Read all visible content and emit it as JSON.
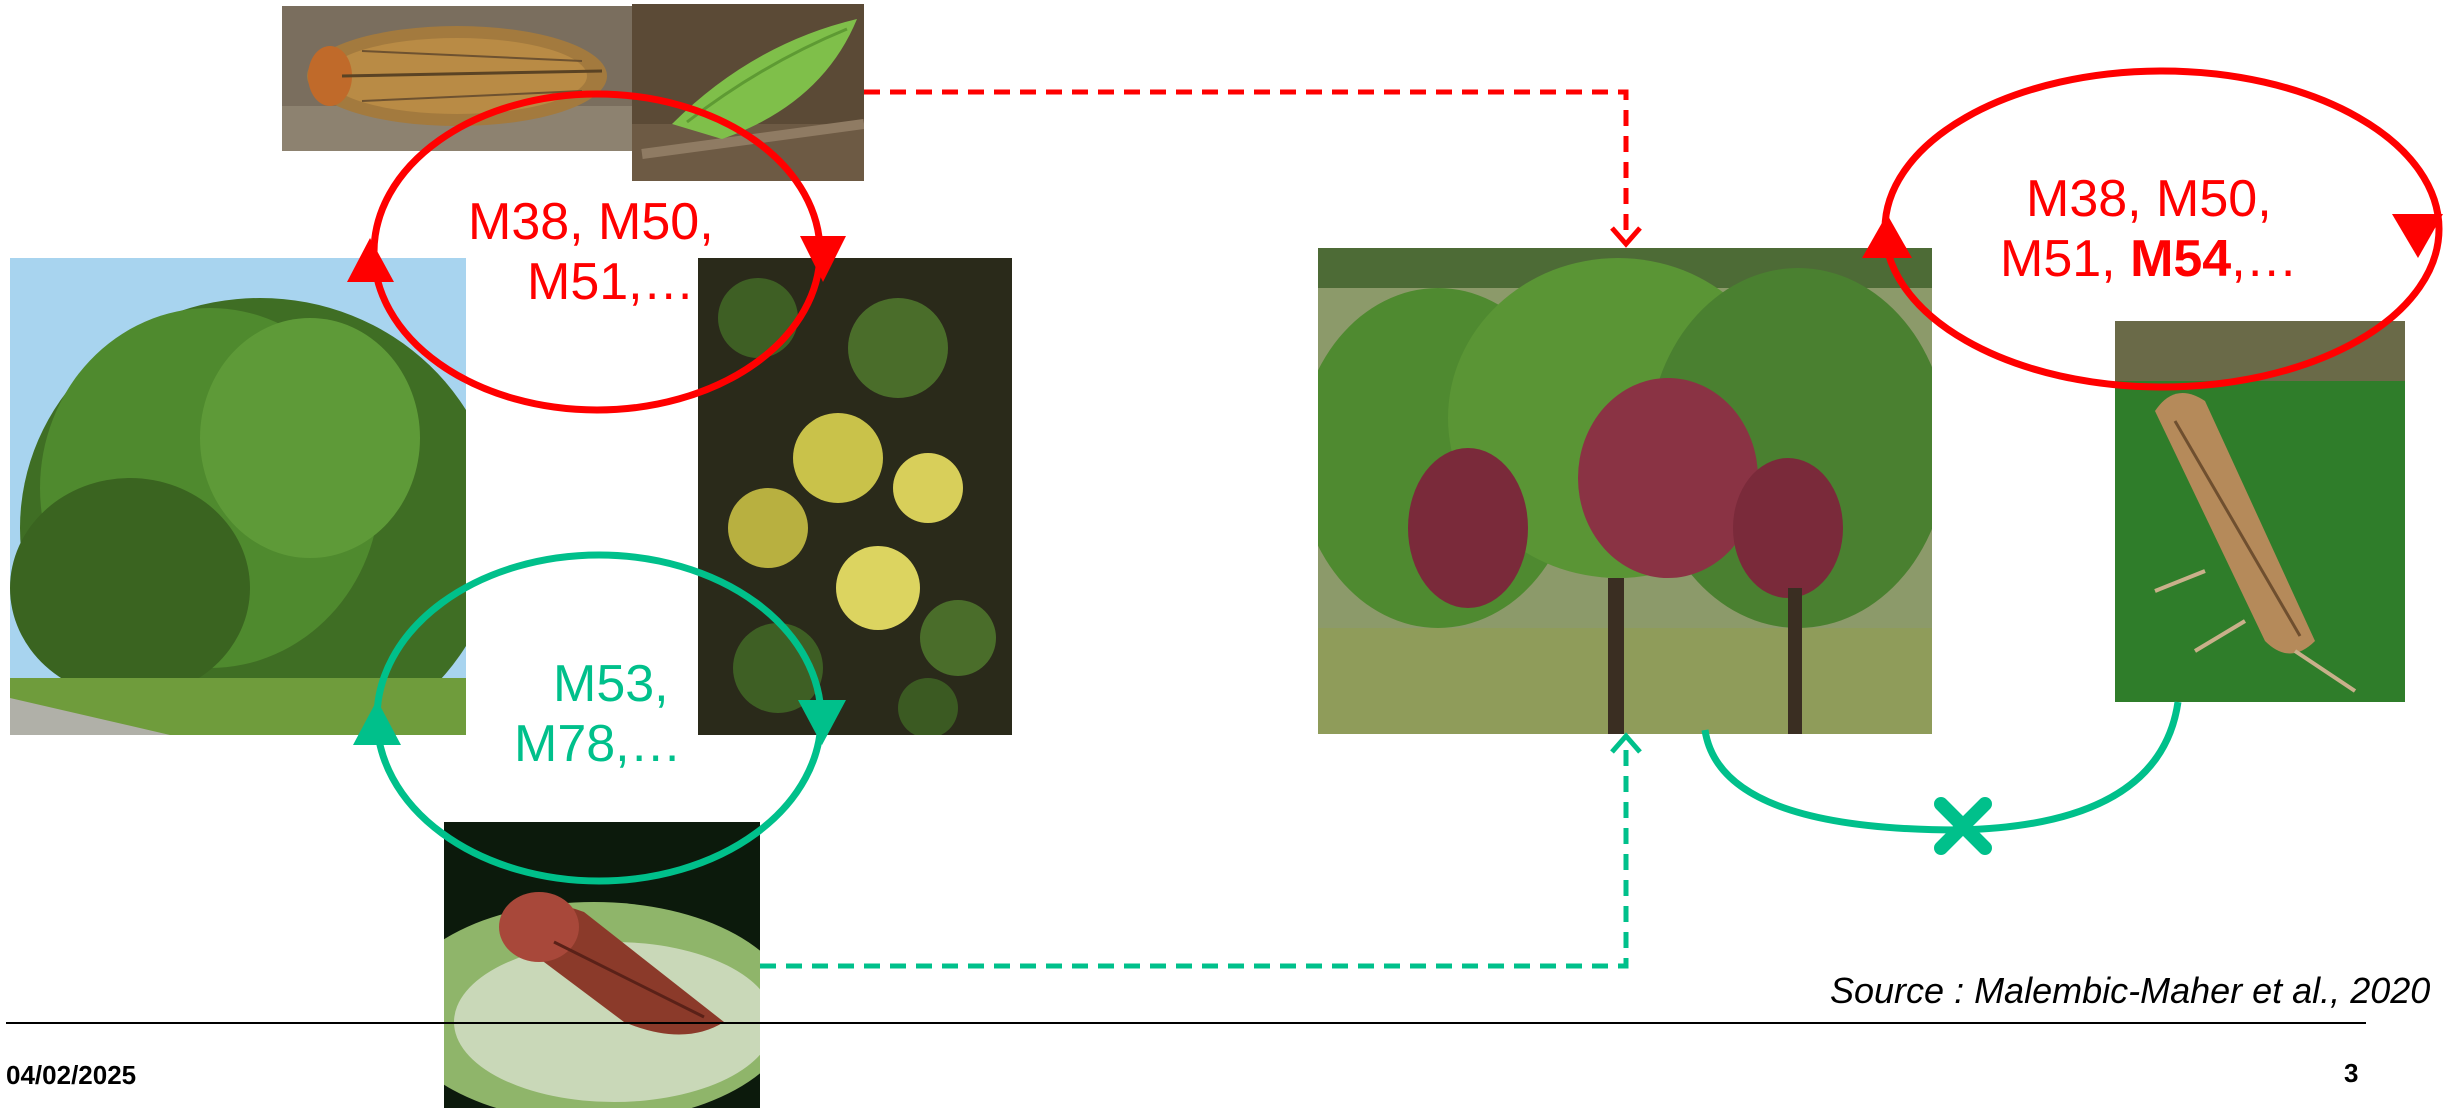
{
  "cycles": {
    "red_left": {
      "line1": "M38, M50,",
      "line2": "M51,…",
      "color": "#ff0000"
    },
    "green_left": {
      "line1": "M53,",
      "line2": "M78,…",
      "color": "#00c08b"
    },
    "red_right": {
      "line1": "M38, M50,",
      "line2_prefix": "M51, ",
      "line2_bold": "M54",
      "line2_suffix": ",…",
      "color": "#ff0000"
    }
  },
  "source": "Source : Malembic-Maher et al., 2020",
  "footer": {
    "date": "04/02/2025",
    "page": "3"
  },
  "icons": {
    "transmission_blocked": "x-mark-icon"
  }
}
